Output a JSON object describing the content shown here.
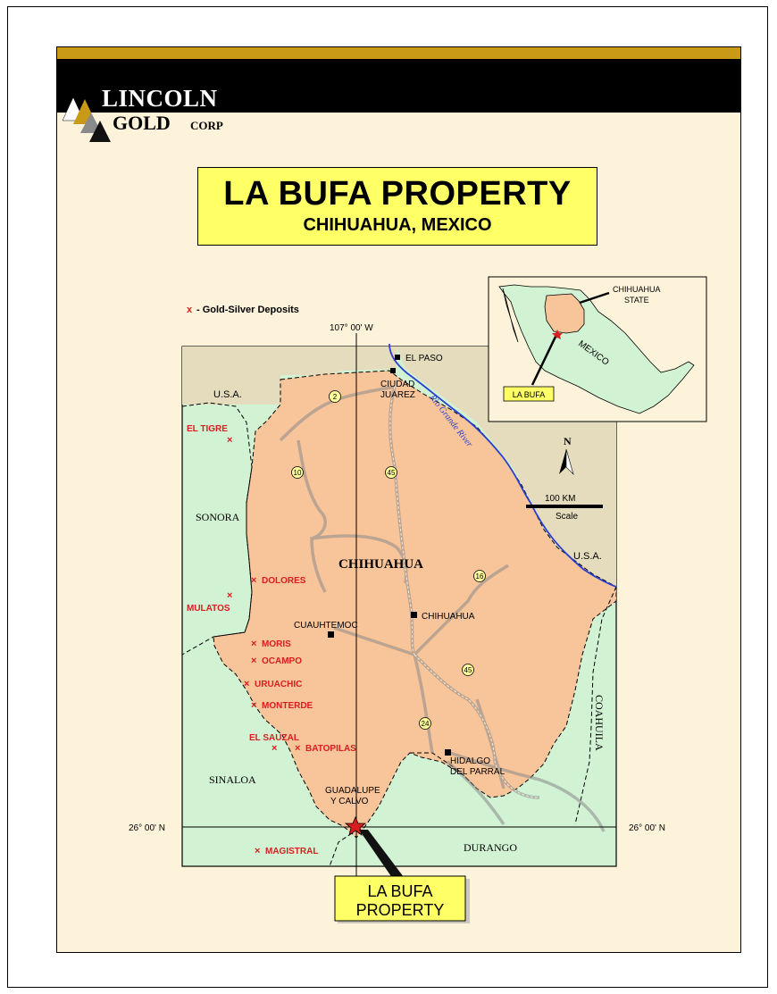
{
  "logo": {
    "line1": "LINCOLN",
    "line2": "GOLD",
    "suffix": "CORP"
  },
  "title": {
    "main": "LA BUFA PROPERTY",
    "sub": "CHIHUAHUA, MEXICO"
  },
  "legend": {
    "marker": "x",
    "label": "- Gold-Silver Deposits"
  },
  "grid": {
    "longitude": "107° 00' W",
    "latitude_left": "26° 00' N",
    "latitude_right": "26° 00' N"
  },
  "inset": {
    "state_label_1": "CHIHUAHUA",
    "state_label_2": "STATE",
    "country": "MEXICO",
    "callout": "LA BUFA"
  },
  "regions": {
    "usa_top": "U.S.A.",
    "usa_right": "U.S.A.",
    "sonora": "SONORA",
    "sinaloa": "SINALOA",
    "durango": "DURANGO",
    "coahuila": "COAHUILA",
    "chihuahua": "CHIHUAHUA"
  },
  "cities": {
    "el_paso": "EL PASO",
    "juarez_1": "CIUDAD",
    "juarez_2": "JUAREZ",
    "chihuahua": "CHIHUAHUA",
    "cuauhtemoc": "CUAUHTEMOC",
    "parral_1": "HIDALGO",
    "parral_2": "DEL PARRAL",
    "guadalupe_1": "GUADALUPE",
    "guadalupe_2": "Y CALVO"
  },
  "river": "Rio Grande River",
  "highways": [
    "2",
    "10",
    "45",
    "16",
    "45",
    "24"
  ],
  "deposits": {
    "el_tigre": "EL TIGRE",
    "dolores": "DOLORES",
    "mulatos": "MULATOS",
    "moris": "MORIS",
    "ocampo": "OCAMPO",
    "uruachic": "URUACHIC",
    "monterde": "MONTERDE",
    "el_sauzal": "EL SAUZAL",
    "batopilas": "BATOPILAS",
    "magistral": "MAGISTRAL"
  },
  "scale": {
    "distance": "100 KM",
    "label": "Scale"
  },
  "north": "N",
  "property_callout": {
    "line1": "LA BUFA",
    "line2": "PROPERTY"
  },
  "colors": {
    "state": "#f8c49a",
    "neighbor": "#d2f2d4",
    "usa": "#e4dcbc",
    "background": "#fcf3da",
    "title_box": "#ffff66",
    "deposit": "#d81e1e",
    "river": "#2a3fd0",
    "gold_stripe": "#c89a16"
  }
}
